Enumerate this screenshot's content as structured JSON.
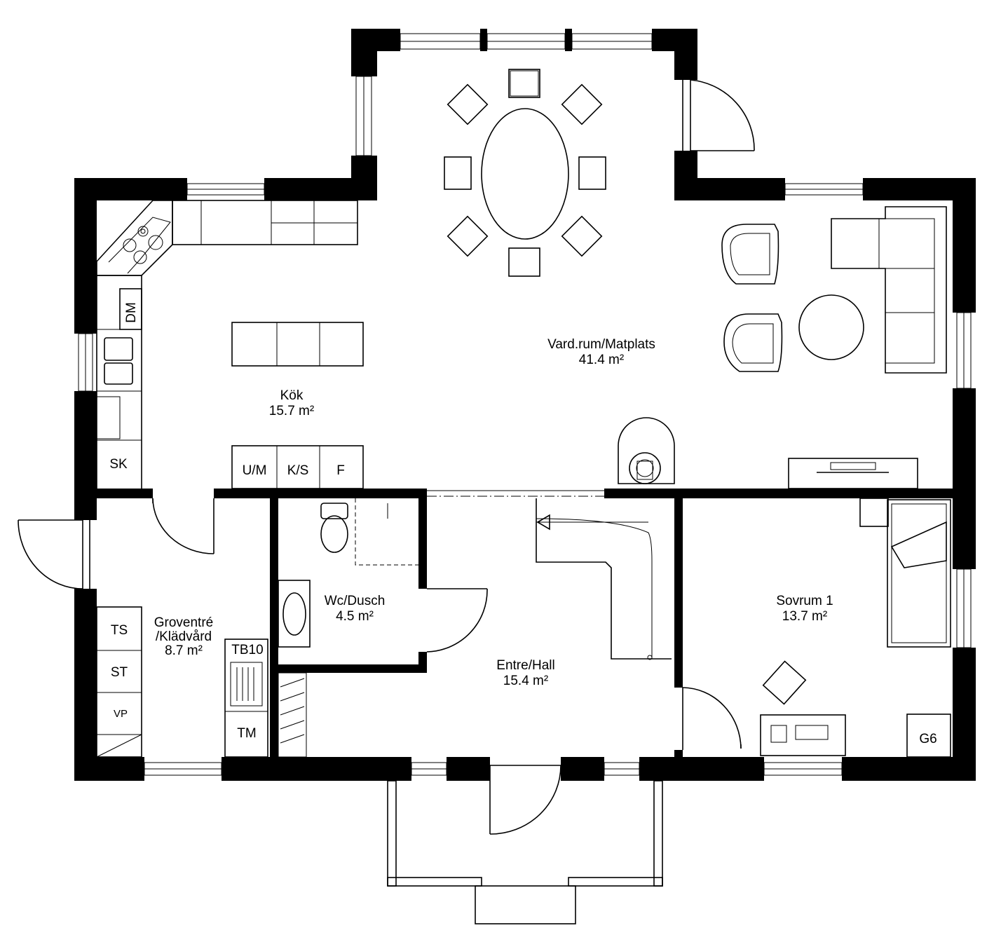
{
  "rooms": {
    "living": {
      "name": "Vard.rum/Matplats",
      "area": "41.4 m²"
    },
    "kitchen": {
      "name": "Kök",
      "area": "15.7 m²"
    },
    "wc": {
      "name": "Wc/Dusch",
      "area": "4.5 m²"
    },
    "hall": {
      "name": "Entre/Hall",
      "area": "15.4 m²"
    },
    "bedroom": {
      "name": "Sovrum 1",
      "area": "13.7 m²"
    },
    "groventre": {
      "name_line1": "Groventré",
      "name_line2": "/Klädvård",
      "area": "8.7 m²"
    }
  },
  "fixtures": {
    "dm": "DM",
    "sk": "SK",
    "um": "U/M",
    "ks": "K/S",
    "f": "F",
    "ts": "TS",
    "st": "ST",
    "vp": "VP",
    "tb10": "TB10",
    "tm": "TM",
    "g6": "G6"
  }
}
